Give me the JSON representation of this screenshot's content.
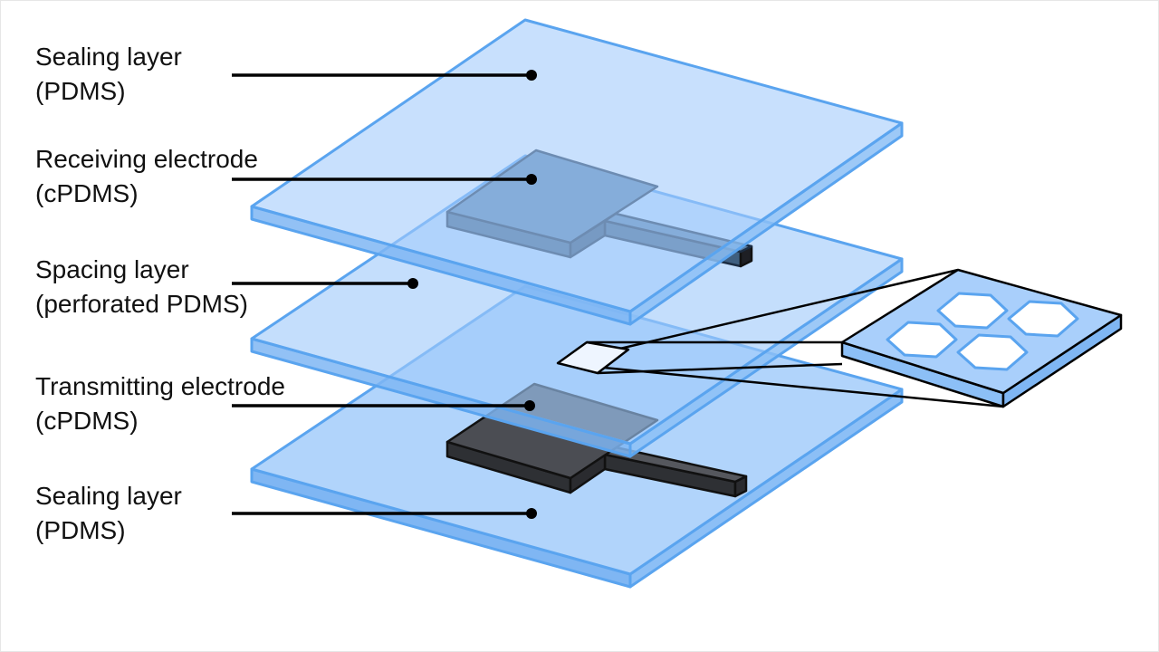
{
  "labels": [
    {
      "name": "Sealing layer",
      "material": "(PDMS)"
    },
    {
      "name": "Receiving electrode",
      "material": "(cPDMS)"
    },
    {
      "name": "Spacing layer",
      "material": "(perforated PDMS)"
    },
    {
      "name": "Transmitting electrode",
      "material": "(cPDMS)"
    },
    {
      "name": "Sealing layer",
      "material": "(PDMS)"
    }
  ],
  "colors": {
    "background": "#ffffff",
    "layer_fill": "#a9cffb",
    "layer_edge": "#5aa4ef",
    "receiving_electrode": "#587fa7",
    "transmitting_electrode": "#4b4d53",
    "leader_line": "#000000"
  }
}
